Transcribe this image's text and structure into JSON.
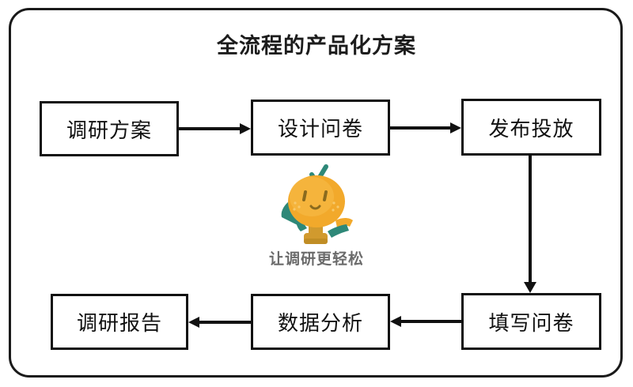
{
  "diagram": {
    "title": "全流程的产品化方案",
    "frame_border_color": "#1a1a1a",
    "node_border_color": "#111111",
    "background": "#ffffff"
  },
  "nodes": [
    {
      "id": "n1",
      "label": "调研方案"
    },
    {
      "id": "n2",
      "label": "设计问卷"
    },
    {
      "id": "n3",
      "label": "发布投放"
    },
    {
      "id": "n4",
      "label": "填写问卷"
    },
    {
      "id": "n5",
      "label": "数据分析"
    },
    {
      "id": "n6",
      "label": "调研报告"
    }
  ],
  "edges": [
    {
      "from": "调研方案",
      "to": "设计问卷",
      "direction": "right"
    },
    {
      "from": "设计问卷",
      "to": "发布投放",
      "direction": "right"
    },
    {
      "from": "发布投放",
      "to": "填写问卷",
      "direction": "down"
    },
    {
      "from": "填写问卷",
      "to": "数据分析",
      "direction": "left"
    },
    {
      "from": "数据分析",
      "to": "调研报告",
      "direction": "left"
    }
  ],
  "mascot": {
    "name": "orange-mascot",
    "tagline": "让调研更轻松",
    "body_color": "#F2A92B",
    "body_highlight": "#F7BE4B",
    "leaf_color": "#2E8878",
    "scarf_color": "#2E8878",
    "boot_color": "#D19A2E",
    "face_color": "#8A6A1E",
    "tagline_color": "#6b6b6b"
  }
}
